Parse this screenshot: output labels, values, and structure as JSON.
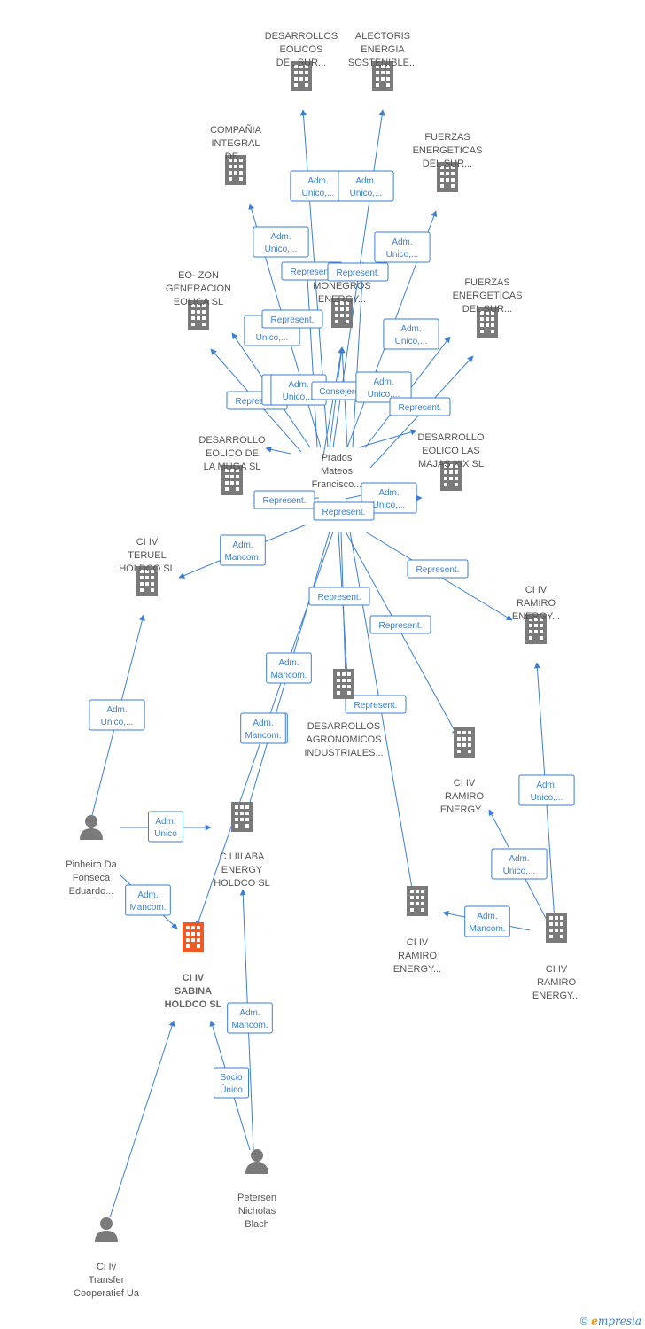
{
  "colors": {
    "edge": "#3a7fd5",
    "company": "#7a7a7a",
    "focus": "#f05a28",
    "person": "#7a7a7a"
  },
  "nodes": [
    {
      "id": "desarrollos_eolicos",
      "type": "company",
      "label": [
        "DESARROLLOS",
        "EOLICOS",
        "DEL SUR..."
      ]
    },
    {
      "id": "alectoris",
      "type": "company",
      "label": [
        "ALECTORIS",
        "ENERGIA",
        "SOSTENIBLE..."
      ]
    },
    {
      "id": "compania_integral",
      "type": "company",
      "label": [
        "COMPAÑIA",
        "INTEGRAL",
        "DE..."
      ]
    },
    {
      "id": "fuerzas_1",
      "type": "company",
      "label": [
        "FUERZAS",
        "ENERGETICAS",
        "DEL SUR..."
      ]
    },
    {
      "id": "eo_zon",
      "type": "company",
      "label": [
        "EO- ZON",
        "GENERACION",
        "EOLICA  SL"
      ]
    },
    {
      "id": "monegros",
      "type": "company",
      "label": [
        "MONEGROS",
        "ENERGY..."
      ]
    },
    {
      "id": "fuerzas_2",
      "type": "company",
      "label": [
        "FUERZAS",
        "ENERGETICAS",
        "DEL SUR..."
      ]
    },
    {
      "id": "muga",
      "type": "company",
      "label": [
        "DESARROLLO",
        "EOLICO DE",
        "LA MUGA SL"
      ]
    },
    {
      "id": "prados",
      "type": "person_text",
      "label": [
        "Prados",
        "Mateos",
        "Francisco..."
      ]
    },
    {
      "id": "majas",
      "type": "company",
      "label": [
        "DESARROLLO",
        "EOLICO LAS",
        "MAJAS XIX  SL"
      ]
    },
    {
      "id": "ci_teruel",
      "type": "company",
      "label": [
        "CI IV",
        "TERUEL",
        "HOLDCO  SL"
      ]
    },
    {
      "id": "ci_ramiro_1",
      "type": "company",
      "label": [
        "CI IV",
        "RAMIRO",
        "ENERGY..."
      ]
    },
    {
      "id": "agronomicos",
      "type": "company",
      "label": [
        "DESARROLLOS",
        "AGRONOMICOS",
        "INDUSTRIALES..."
      ]
    },
    {
      "id": "ci_ramiro_2",
      "type": "company",
      "label": [
        "CI IV",
        "RAMIRO",
        "ENERGY..."
      ]
    },
    {
      "id": "pinheiro",
      "type": "person",
      "label": [
        "Pinheiro Da",
        "Fonseca",
        "Eduardo..."
      ]
    },
    {
      "id": "ci_aba",
      "type": "company",
      "label": [
        "C I III ABA",
        "ENERGY",
        "HOLDCO  SL"
      ]
    },
    {
      "id": "ci_ramiro_3",
      "type": "company",
      "label": [
        "CI IV",
        "RAMIRO",
        "ENERGY..."
      ]
    },
    {
      "id": "ci_ramiro_4",
      "type": "company",
      "label": [
        "CI IV",
        "RAMIRO",
        "ENERGY..."
      ]
    },
    {
      "id": "ci_sabina",
      "type": "focus",
      "label": [
        "CI IV",
        "SABINA",
        "HOLDCO  SL"
      ]
    },
    {
      "id": "petersen",
      "type": "person",
      "label": [
        "Petersen",
        "Nicholas",
        "Blach"
      ]
    },
    {
      "id": "ci_transfer",
      "type": "person",
      "label": [
        "Ci Iv",
        "Transfer",
        "Cooperatief Ua"
      ]
    }
  ],
  "edge_labels": [
    [
      "Adm.",
      "Unico,..."
    ],
    [
      "Adm.",
      "Unico,..."
    ],
    [
      "Adm.",
      "Unico,..."
    ],
    [
      "Adm.",
      "Unico,..."
    ],
    [
      "Represent."
    ],
    [
      "Represent."
    ],
    [
      "Adm.",
      "Unico,..."
    ],
    [
      "Adm.",
      "Unico,..."
    ],
    [
      "Represent."
    ],
    [
      "Adm.",
      "Unico,..."
    ],
    [
      "Adm.",
      "Unico,..."
    ],
    [
      "Consejero"
    ],
    [
      "Adm.",
      "Unico,..."
    ],
    [
      "Represent."
    ],
    [
      "Represent."
    ],
    [
      "Represent."
    ],
    [
      "Adm.",
      "Unico,..."
    ],
    [
      "Represent."
    ],
    [
      "Adm.",
      "Mancom."
    ],
    [
      "Represent."
    ],
    [
      "Represent."
    ],
    [
      "Represent."
    ],
    [
      "Adm.",
      "Mancom."
    ],
    [
      "Represent."
    ],
    [
      "Adm.",
      "Mancom."
    ],
    [
      "Adm.",
      "Mancom."
    ],
    [
      "Adm.",
      "Unico,..."
    ],
    [
      "Adm.",
      "Unico"
    ],
    [
      "Adm.",
      "Mancom."
    ],
    [
      "Adm.",
      "Unico,..."
    ],
    [
      "Adm.",
      "Unico,..."
    ],
    [
      "Adm.",
      "Mancom."
    ],
    [
      "Adm.",
      "Mancom."
    ],
    [
      "Socio",
      "Único"
    ]
  ],
  "footer": {
    "copyright": "©",
    "brand_e": "e",
    "brand_rest": "mpresia"
  }
}
